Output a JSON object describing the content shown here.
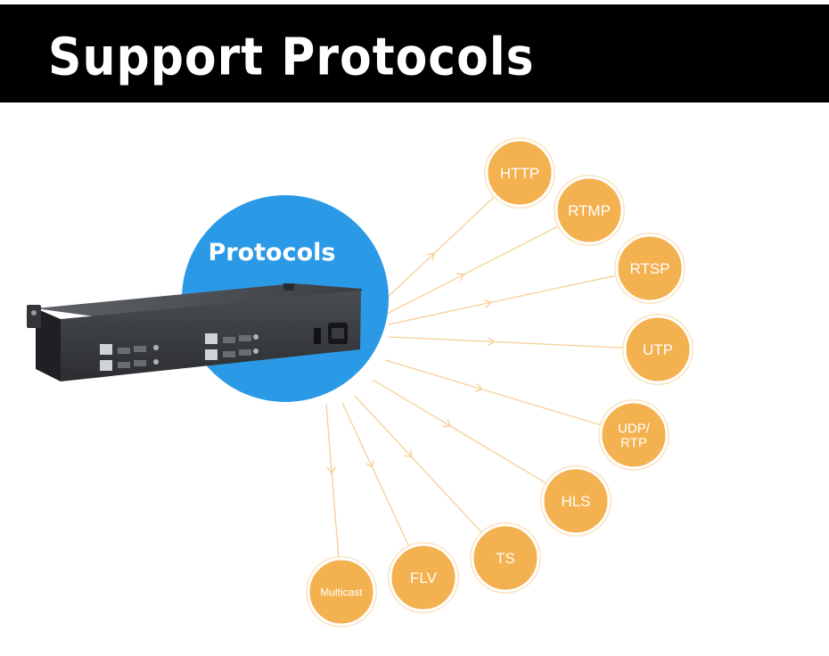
{
  "header": {
    "title": "Support Protocols"
  },
  "hub": {
    "label": "Protocols"
  },
  "protocols": [
    {
      "id": "http",
      "label": [
        "HTTP"
      ]
    },
    {
      "id": "rtmp",
      "label": [
        "RTMP"
      ]
    },
    {
      "id": "rtsp",
      "label": [
        "RTSP"
      ]
    },
    {
      "id": "utp",
      "label": [
        "UTP"
      ]
    },
    {
      "id": "udp-rtp",
      "label": [
        "UDP/",
        "RTP"
      ]
    },
    {
      "id": "hls",
      "label": [
        "HLS"
      ]
    },
    {
      "id": "ts",
      "label": [
        "TS"
      ]
    },
    {
      "id": "flv",
      "label": [
        "FLV"
      ]
    },
    {
      "id": "multicast",
      "label": [
        "Multicast"
      ]
    }
  ],
  "colors": {
    "header_bg": "#000000",
    "header_text": "#ffffff",
    "hub_blue": "#2b9ae6",
    "node_orange": "#f4b150",
    "connector": "#f6cf96"
  },
  "icons": {
    "device": "encoder-device-icon",
    "arrow": "arrow-head-icon"
  }
}
